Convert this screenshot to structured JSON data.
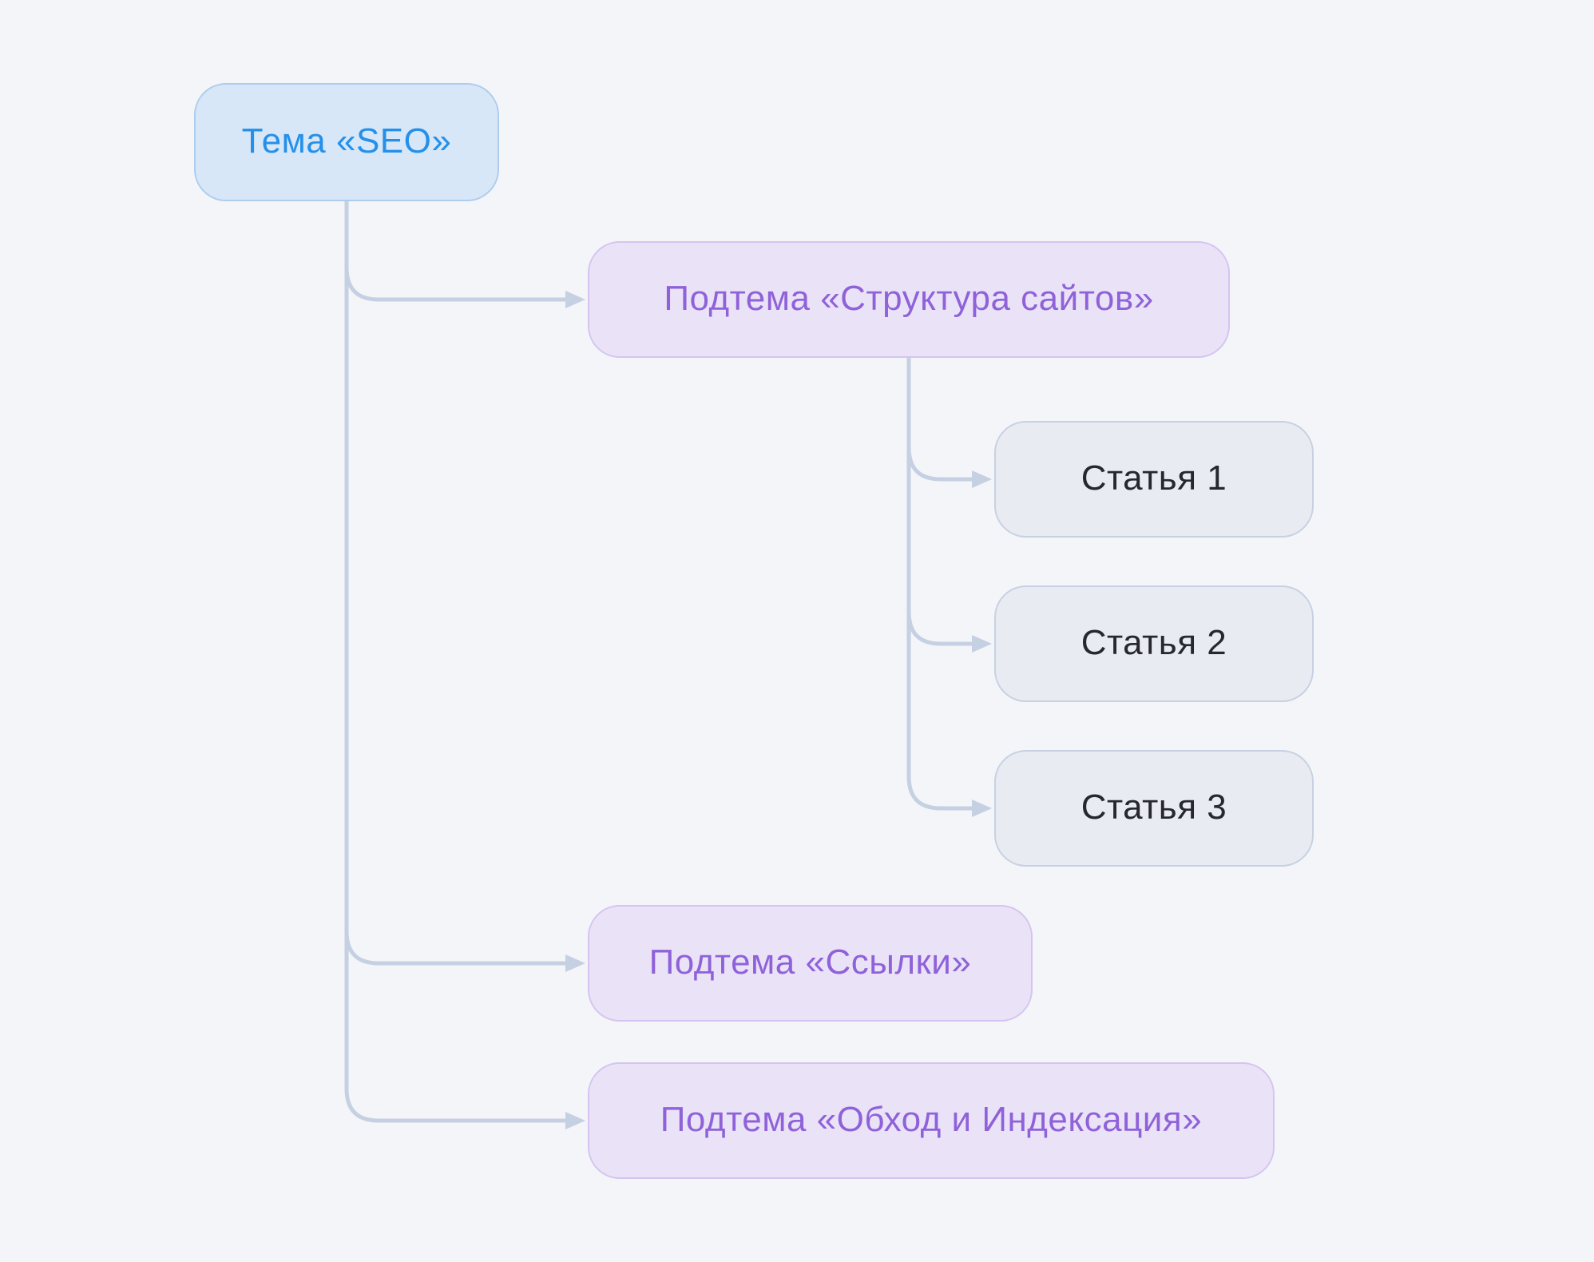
{
  "canvas": {
    "background": "#f3f5f9"
  },
  "diagram": {
    "type": "tree",
    "title": "SEO topic cluster structure",
    "palette": {
      "topic": {
        "fill": "#d7e7f7",
        "border": "#aecdee",
        "text": "#2590ea"
      },
      "subtopic": {
        "fill": "#eae3f8",
        "border": "#d5c4f0",
        "text": "#8f62d9"
      },
      "article": {
        "fill": "#e9ebf2",
        "border": "#c6d1e2",
        "text": "#26282d"
      },
      "connector": "#c5d0e2"
    },
    "nodes": [
      {
        "id": "topic-seo",
        "kind": "topic",
        "label": "Тема «SEO»"
      },
      {
        "id": "subtopic-structure",
        "kind": "subtopic",
        "label": "Подтема «Структура сайтов»"
      },
      {
        "id": "article-1",
        "kind": "article",
        "label": "Статья 1"
      },
      {
        "id": "article-2",
        "kind": "article",
        "label": "Статья 2"
      },
      {
        "id": "article-3",
        "kind": "article",
        "label": "Статья 3"
      },
      {
        "id": "subtopic-links",
        "kind": "subtopic",
        "label": "Подтема «Ссылки»"
      },
      {
        "id": "subtopic-crawl",
        "kind": "subtopic",
        "label": "Подтема «Обход и Индексация»"
      }
    ],
    "edges": [
      {
        "from": "topic-seo",
        "to": "subtopic-structure"
      },
      {
        "from": "topic-seo",
        "to": "subtopic-links"
      },
      {
        "from": "topic-seo",
        "to": "subtopic-crawl"
      },
      {
        "from": "subtopic-structure",
        "to": "article-1"
      },
      {
        "from": "subtopic-structure",
        "to": "article-2"
      },
      {
        "from": "subtopic-structure",
        "to": "article-3"
      }
    ]
  }
}
